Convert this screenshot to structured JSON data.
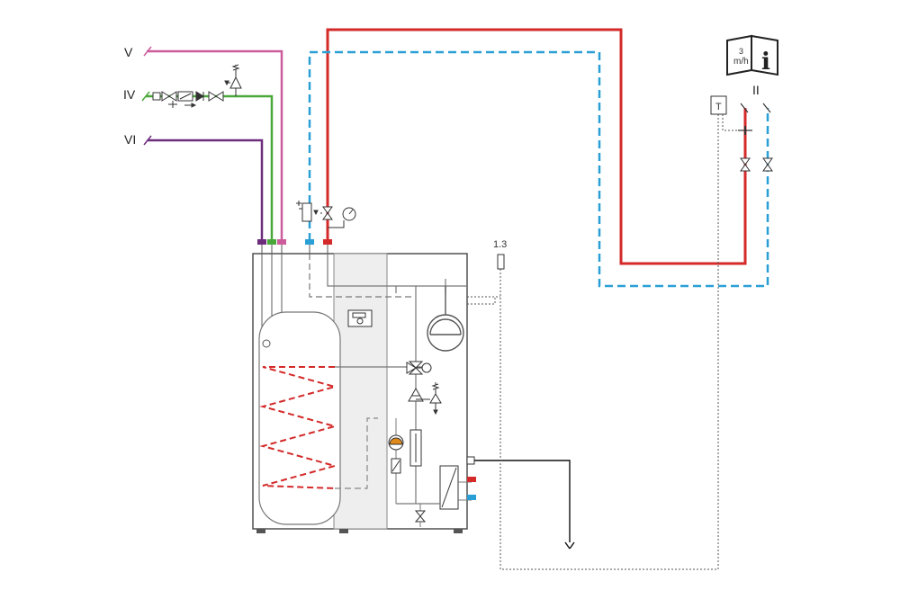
{
  "labels": {
    "line_v": "V",
    "line_iv": "IV",
    "line_vi": "VI",
    "line_ii": "II",
    "sensor_ref": "1.3",
    "info_unit_sup": "3",
    "info_unit": "m/h",
    "info_i": "i",
    "temp_symbol": "T"
  },
  "colors": {
    "hot_red": "#d42a2a",
    "cold_blue": "#2a9fd6",
    "pink": "#cc5c9c",
    "green": "#4aa83a",
    "purple": "#6d2c7c",
    "coil_red": "#d42a2a",
    "housing": "#444444",
    "column_fill": "#eeeeee"
  }
}
